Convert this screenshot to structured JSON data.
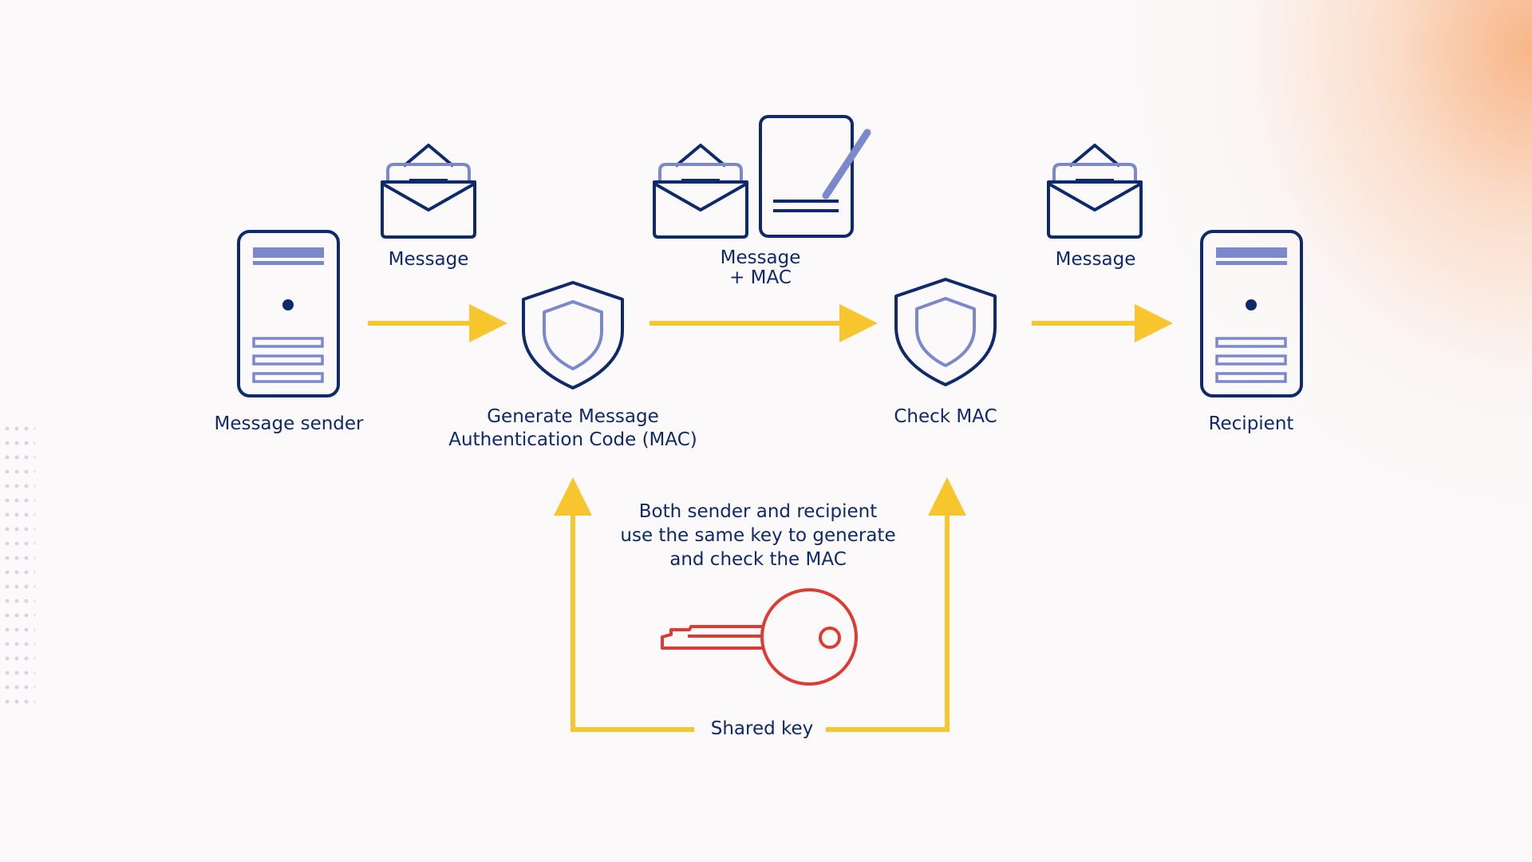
{
  "colors": {
    "navy": "#0e2a6b",
    "periwinkle": "#7b89cc",
    "arrow_yellow": "#f7c62f",
    "key_red": "#de3b33"
  },
  "nodes": {
    "sender": {
      "label": "Message sender",
      "icon": "server-icon"
    },
    "generate": {
      "label_line1": "Generate Message",
      "label_line2": "Authentication Code (MAC)",
      "icon": "shield-icon"
    },
    "check": {
      "label": "Check MAC",
      "icon": "shield-icon"
    },
    "recipient": {
      "label": "Recipient",
      "icon": "server-icon"
    }
  },
  "messages": {
    "first": {
      "label": "Message",
      "icon": "envelope-icon"
    },
    "middle": {
      "label_line1": "Message",
      "label_line2": "+ MAC",
      "icons": [
        "envelope-icon",
        "signed-document-icon"
      ]
    },
    "last": {
      "label": "Message",
      "icon": "envelope-icon"
    }
  },
  "shared_key": {
    "description_line1": "Both sender and recipient",
    "description_line2": "use the same key to generate",
    "description_line3": "and check the MAC",
    "label": "Shared key",
    "icon": "key-icon"
  }
}
